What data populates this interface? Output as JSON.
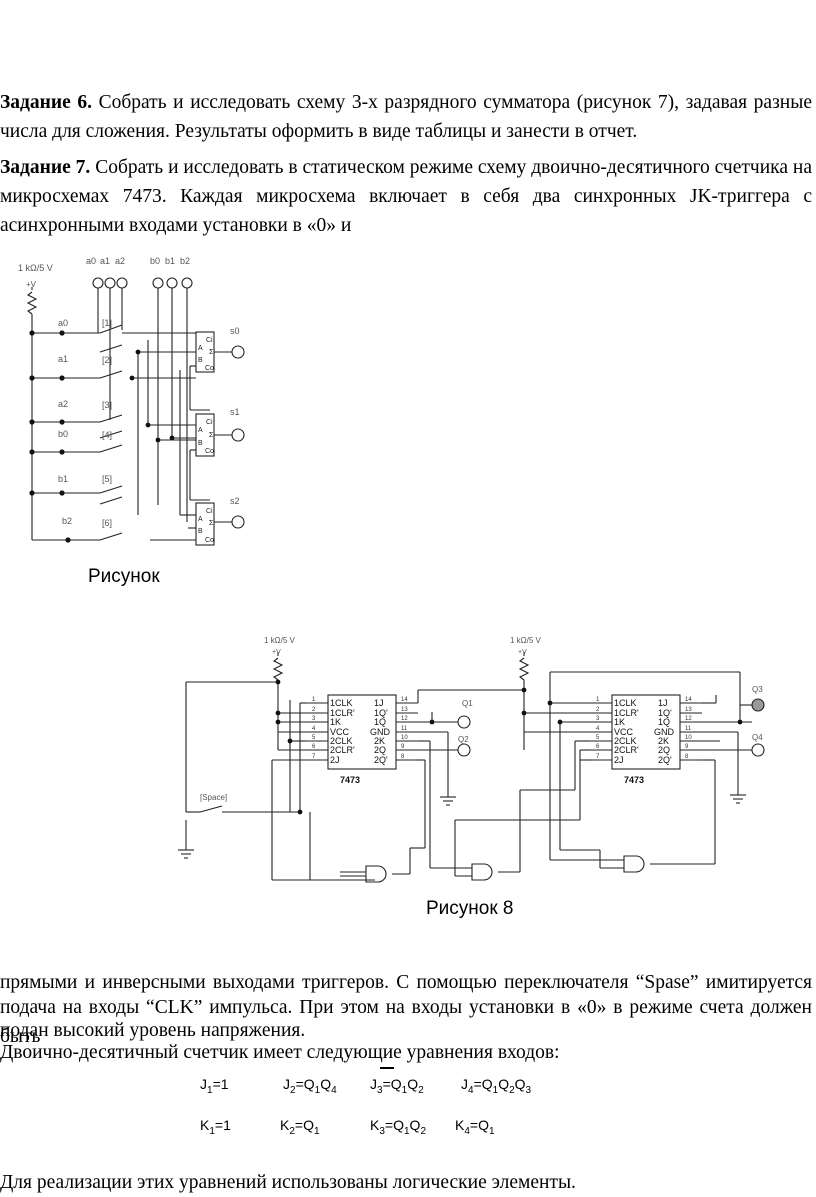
{
  "task6": {
    "heading": "Задание 6.",
    "line1": " Собрать и исследовать схему 3-х разрядного сумматора (рисунок 7), задавая разные",
    "line2": "числа для сложения. Результаты оформить в виде таблицы и занести в отчет."
  },
  "task7": {
    "heading": "Задание 7.",
    "line1": " Собрать и исследовать в статическом режиме схему двоично-десятичного счетчика на",
    "line2": "микросхемах 7473. Каждая микросхема включает в себя два синхронных JK-триггера с",
    "line3": "асинхронными входами установки в «0» и"
  },
  "figure7": {
    "caption": "Рисунок",
    "source_label": "1 kΩ/5 V",
    "vcc": "+V",
    "top_inputs": [
      "a0",
      "a1",
      "a2",
      "b0",
      "b1",
      "b2"
    ],
    "side_labels": [
      "a0",
      "a1",
      "a2",
      "b0",
      "b1",
      "b2"
    ],
    "keys": [
      "[1]",
      "[2]",
      "[3]",
      "[4]",
      "[5]",
      "[6]"
    ],
    "outputs": [
      "s0",
      "s1",
      "s2"
    ],
    "adder_pins": {
      "a": "A",
      "b": "B",
      "ci": "Ci",
      "s": "Σ",
      "co": "Co"
    }
  },
  "figure8": {
    "caption": "Рисунок 8",
    "source_label": "1 kΩ/5 V",
    "vcc": "+V",
    "chip_name": "7473",
    "pins_left": [
      "1CLK",
      "1CLR'",
      "1K",
      "VCC",
      "2CLK",
      "2CLR'",
      "2J"
    ],
    "pins_right": [
      "1J",
      "1Q'",
      "1Q",
      "GND",
      "2K",
      "2Q",
      "2Q'"
    ],
    "pin_nums_left": [
      "1",
      "2",
      "3",
      "4",
      "5",
      "6",
      "7"
    ],
    "pin_nums_right": [
      "14",
      "13",
      "12",
      "11",
      "10",
      "9",
      "8"
    ],
    "outputs": [
      "Q1",
      "Q2",
      "Q3",
      "Q4"
    ],
    "switch_label": "[Space]"
  },
  "body": {
    "line1": "прямыми и инверсными выходами триггеров. С помощью переключателя “Spase” имитируется",
    "line2": "подача на входы “CLK” импульса. При этом на входы установки в «0» в режиме счета должен быть",
    "line3": "подан высокий уровень напряжения.",
    "line4": "Двоично-десятичный счетчик имеет следующие уравнения входов:"
  },
  "equations": {
    "row1": [
      {
        "lhs": "J",
        "sub": "1",
        "rhs": "=1"
      },
      {
        "lhs": "J",
        "sub": "2",
        "rhs": "=Q",
        "terms": [
          [
            "Q",
            "1"
          ],
          [
            "Q",
            "4"
          ]
        ]
      },
      {
        "lhs": "J",
        "sub": "3",
        "rhs": "=Q",
        "terms": [
          [
            "Q",
            "1"
          ],
          [
            "Q",
            "2"
          ]
        ],
        "overline": true
      },
      {
        "lhs": "J",
        "sub": "4",
        "rhs": "=Q",
        "terms": [
          [
            "Q",
            "1"
          ],
          [
            "Q",
            "2"
          ],
          [
            "Q",
            "3"
          ]
        ]
      }
    ],
    "row2": [
      {
        "lhs": "K",
        "sub": "1",
        "rhs": "=1"
      },
      {
        "lhs": "K",
        "sub": "2",
        "rhs": "=Q",
        "terms": [
          [
            "Q",
            "1"
          ]
        ]
      },
      {
        "lhs": "K",
        "sub": "3",
        "rhs": "=Q",
        "terms": [
          [
            "Q",
            "1"
          ],
          [
            "Q",
            "2"
          ]
        ]
      },
      {
        "lhs": "K",
        "sub": "4",
        "rhs": "=Q",
        "terms": [
          [
            "Q",
            "1"
          ]
        ]
      }
    ]
  },
  "footer": "Для реализации этих уравнений использованы логические элементы."
}
